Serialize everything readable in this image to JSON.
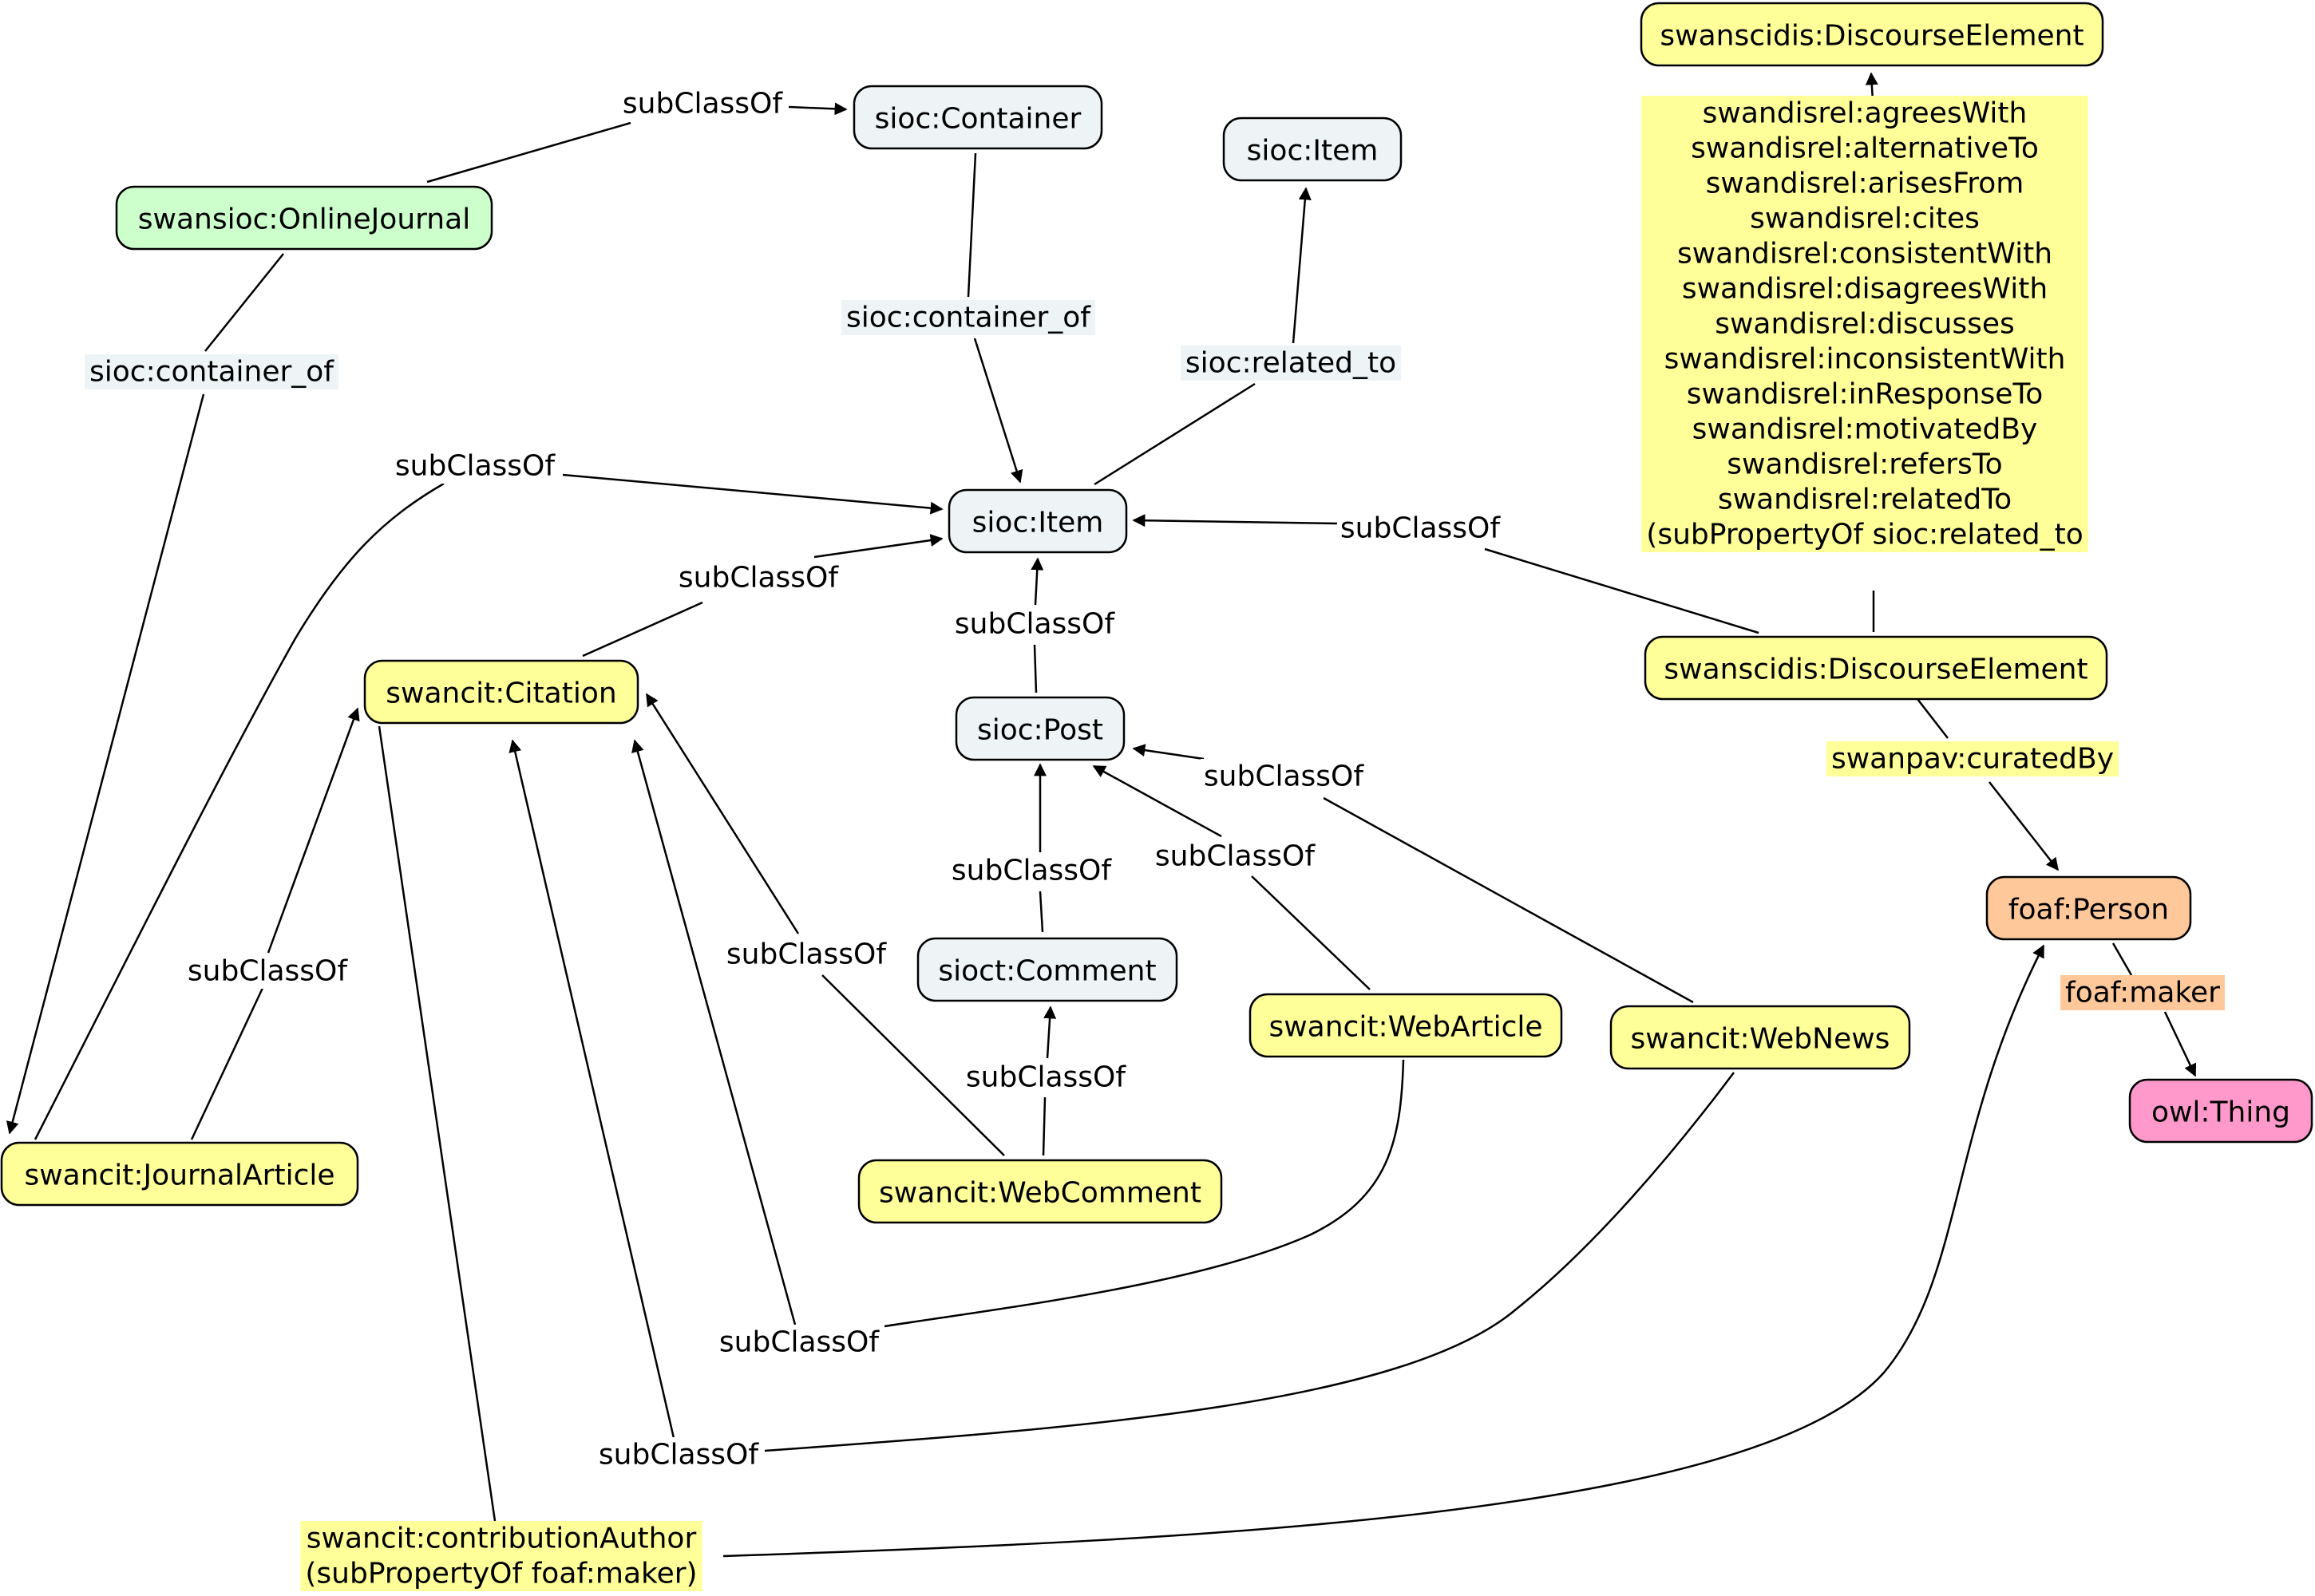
{
  "colors": {
    "yellow": "#ffff99",
    "grey": "#eef4f5",
    "green": "#ccffcc",
    "orange": "#ffc89a",
    "pink": "#ff99cc",
    "text": "#000000",
    "stroke": "#000000"
  },
  "nodes": [
    {
      "id": "onlineJournal",
      "label": "swansioc:OnlineJournal",
      "color": "green"
    },
    {
      "id": "container",
      "label": "sioc:Container",
      "color": "grey"
    },
    {
      "id": "itemTop",
      "label": "sioc:Item",
      "color": "grey"
    },
    {
      "id": "discourseTop",
      "label": "swanscidis:DiscourseElement",
      "color": "yellow"
    },
    {
      "id": "item",
      "label": "sioc:Item",
      "color": "grey"
    },
    {
      "id": "citation",
      "label": "swancit:Citation",
      "color": "yellow"
    },
    {
      "id": "post",
      "label": "sioc:Post",
      "color": "grey"
    },
    {
      "id": "discourse",
      "label": "swanscidis:DiscourseElement",
      "color": "yellow"
    },
    {
      "id": "comment",
      "label": "sioct:Comment",
      "color": "grey"
    },
    {
      "id": "webArticle",
      "label": "swancit:WebArticle",
      "color": "yellow"
    },
    {
      "id": "webNews",
      "label": "swancit:WebNews",
      "color": "yellow"
    },
    {
      "id": "person",
      "label": "foaf:Person",
      "color": "orange"
    },
    {
      "id": "thing",
      "label": "owl:Thing",
      "color": "pink"
    },
    {
      "id": "journalArticle",
      "label": "swancit:JournalArticle",
      "color": "yellow"
    },
    {
      "id": "webComment",
      "label": "swancit:WebComment",
      "color": "yellow"
    }
  ],
  "edge_labels": [
    {
      "id": "l1",
      "text": "subClassOf"
    },
    {
      "id": "l2",
      "text": "sioc:container_of",
      "bg": "grey"
    },
    {
      "id": "l3",
      "text": "sioc:container_of",
      "bg": "grey"
    },
    {
      "id": "l4",
      "text": "sioc:related_to",
      "bg": "grey"
    },
    {
      "id": "l5",
      "text": "subClassOf"
    },
    {
      "id": "l6",
      "text": "subClassOf"
    },
    {
      "id": "l7",
      "text": "subClassOf"
    },
    {
      "id": "l8",
      "text": "subClassOf"
    },
    {
      "id": "l9",
      "text": "subClassOf"
    },
    {
      "id": "l10",
      "text": "subClassOf"
    },
    {
      "id": "l11",
      "text": "subClassOf"
    },
    {
      "id": "l12",
      "text": "subClassOf"
    },
    {
      "id": "l13",
      "text": "subClassOf"
    },
    {
      "id": "l14",
      "text": "subClassOf"
    },
    {
      "id": "l15",
      "text": "subClassOf"
    },
    {
      "id": "l16",
      "text": "subClassOf"
    },
    {
      "id": "l17",
      "text": "subClassOf"
    },
    {
      "id": "l18",
      "text": "swanpav:curatedBy",
      "bg": "yellow"
    },
    {
      "id": "l19",
      "text": "foaf:maker",
      "bg": "orange"
    },
    {
      "id": "lauth",
      "lines": [
        "swancit:contributionAuthor",
        "(subPropertyOf foaf:maker)"
      ],
      "bg": "yellow"
    },
    {
      "id": "lrel",
      "lines": [
        "swandisrel:agreesWith",
        "swandisrel:alternativeTo",
        "swandisrel:arisesFrom",
        "swandisrel:cites",
        "swandisrel:consistentWith",
        "swandisrel:disagreesWith",
        "swandisrel:discusses",
        "swandisrel:inconsistentWith",
        "swandisrel:inResponseTo",
        "swandisrel:motivatedBy",
        "swandisrel:refersTo",
        "swandisrel:relatedTo",
        "(subPropertyOf sioc:related_to"
      ],
      "bg": "yellow"
    }
  ]
}
